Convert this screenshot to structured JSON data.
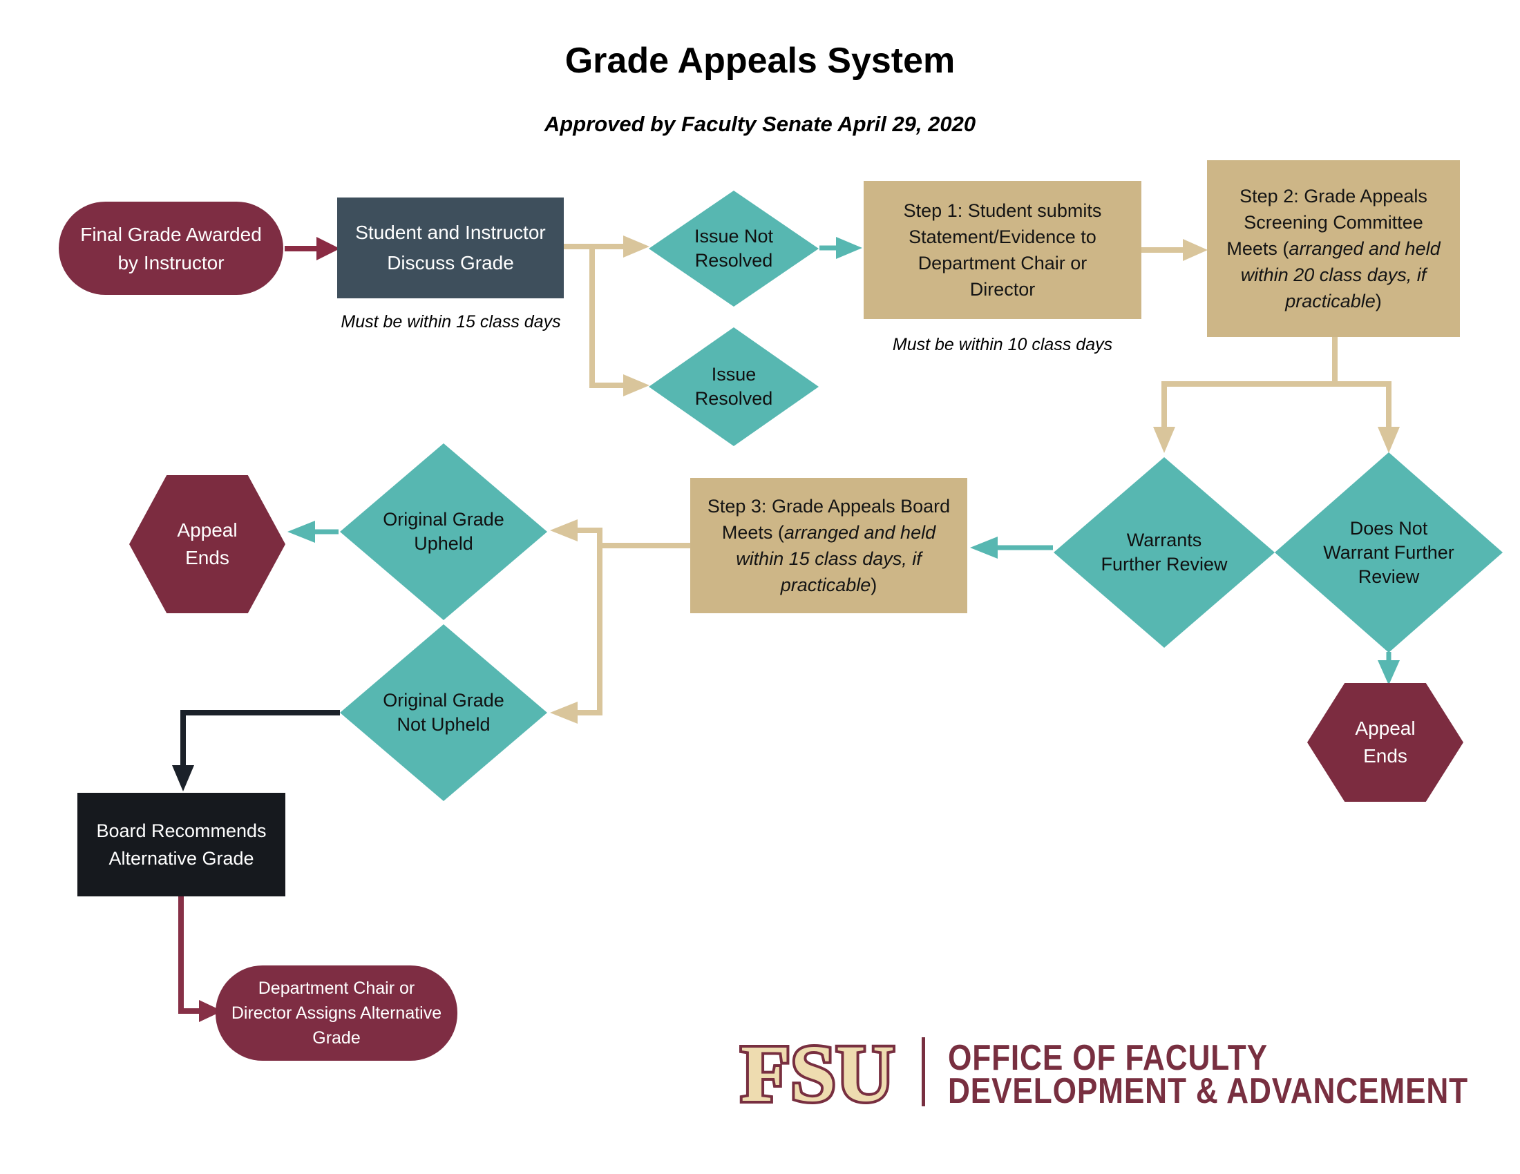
{
  "header": {
    "title": "Grade Appeals System",
    "subtitle": "Approved by Faculty Senate April 29, 2020"
  },
  "colors": {
    "maroon_pill": "#7E2D43",
    "maroon_hexagon": "#7C2C40",
    "maroon_arrow": "#8A2B43",
    "slate_box": "#3E4F5C",
    "teal_shape": "#57B7B1",
    "tan_box": "#CDB687",
    "tan_line": "#D9C59B",
    "black_box": "#16191E",
    "black_line": "#1B2129",
    "fsu_garnet": "#782F40",
    "fsu_cream": "#EEDCB0"
  },
  "flowchart": {
    "start_pill": {
      "lines": [
        "Final Grade Awarded",
        "by Instructor"
      ]
    },
    "discuss_box": {
      "lines": [
        "Student and Instructor",
        "Discuss Grade"
      ],
      "note": "Must be within 15 class days"
    },
    "issue_not_resolved": {
      "lines": [
        "Issue Not",
        "Resolved"
      ]
    },
    "issue_resolved": {
      "lines": [
        "Issue",
        "Resolved"
      ]
    },
    "step1_box": {
      "lines": [
        "Step 1: Student submits",
        "Statement/Evidence to",
        "Department Chair or",
        "Director"
      ],
      "note": "Must be within 10 class days"
    },
    "step2_box": {
      "text_prefix": "Step 2: Grade Appeals Screening Committee Meets (",
      "text_italic": "arranged and held within 20 class days, if practicable",
      "text_suffix": ")"
    },
    "warrants_review": {
      "lines": [
        "Warrants",
        "Further Review"
      ]
    },
    "does_not_warrant": {
      "lines": [
        "Does Not",
        "Warrant Further",
        "Review"
      ]
    },
    "step3_box": {
      "text_prefix": "Step 3: Grade Appeals Board Meets (",
      "text_italic": "arranged and held within 15 class days, if practicable",
      "text_suffix": ")"
    },
    "original_grade_upheld": {
      "lines": [
        "Original Grade",
        "Upheld"
      ]
    },
    "original_grade_not_upheld": {
      "lines": [
        "Original Grade",
        "Not Upheld"
      ]
    },
    "appeal_ends_left": {
      "lines": [
        "Appeal",
        "Ends"
      ]
    },
    "appeal_ends_right": {
      "lines": [
        "Appeal",
        "Ends"
      ]
    },
    "board_box": {
      "lines": [
        "Board Recommends",
        "Alternative Grade"
      ]
    },
    "chair_pill": {
      "lines": [
        "Department Chair or",
        "Director Assigns Alternative",
        "Grade"
      ]
    }
  },
  "footer_logo": {
    "fsu": "FSU",
    "office_line1": "OFFICE OF FACULTY",
    "office_line2": "DEVELOPMENT & ADVANCEMENT"
  }
}
